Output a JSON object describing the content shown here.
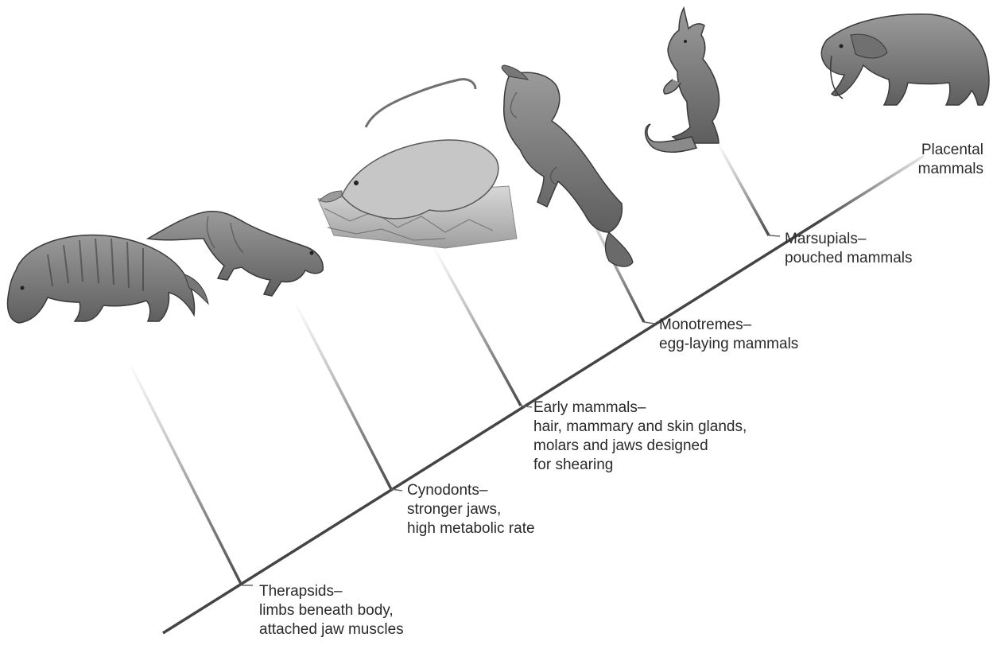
{
  "colors": {
    "trunk": "#444444",
    "branch_top": "#ffffff",
    "branch_bottom": "#4a4a4a",
    "text": "#2a2a2a"
  },
  "groups": [
    {
      "id": "therapsids",
      "icon": "therapsid-icon",
      "lines": [
        "Therapsids–",
        "limbs beneath body,",
        "attached jaw muscles"
      ]
    },
    {
      "id": "cynodonts",
      "icon": "cynodont-icon",
      "lines": [
        "Cynodonts–",
        "stronger jaws,",
        "high metabolic rate"
      ]
    },
    {
      "id": "early-mammals",
      "icon": "early-mammal-icon",
      "lines": [
        "Early mammals–",
        "hair, mammary and skin glands,",
        "molars and jaws designed",
        "for shearing"
      ]
    },
    {
      "id": "monotremes",
      "icon": "platypus-icon",
      "lines": [
        "Monotremes–",
        "egg-laying mammals"
      ]
    },
    {
      "id": "marsupials",
      "icon": "kangaroo-icon",
      "lines": [
        "Marsupials–",
        "pouched mammals"
      ]
    },
    {
      "id": "placental",
      "icon": "elephant-icon",
      "lines": [
        "Placental",
        "mammals"
      ]
    }
  ]
}
